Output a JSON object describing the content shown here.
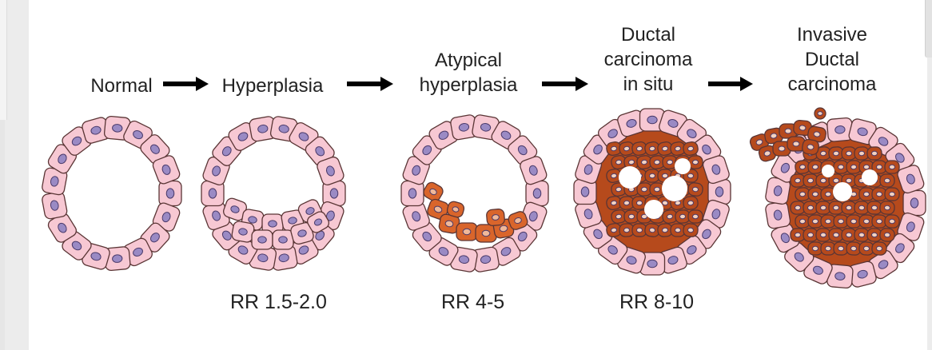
{
  "stages": [
    {
      "label_lines": [
        "Normal"
      ],
      "rr": ""
    },
    {
      "label_lines": [
        "Hyperplasia"
      ],
      "rr": "RR 1.5-2.0"
    },
    {
      "label_lines": [
        "Atypical",
        "hyperplasia"
      ],
      "rr": "RR 4-5"
    },
    {
      "label_lines": [
        "Ductal",
        "carcinoma",
        "in situ"
      ],
      "rr": "RR 8-10"
    },
    {
      "label_lines": [
        "Invasive",
        "Ductal",
        "carcinoma"
      ],
      "rr": ""
    }
  ],
  "colors": {
    "normal_cell": "#f7c8d3",
    "cell_outline": "#5a3535",
    "nucleus": "#9a8ac4",
    "atypical_cell": "#d9652b",
    "carcinoma_cell": "#b64a1c",
    "lumen": "#ffffff"
  }
}
